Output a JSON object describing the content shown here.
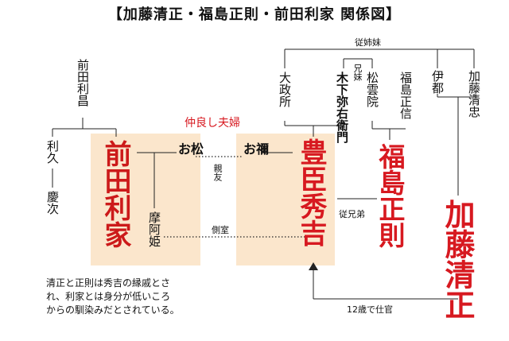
{
  "title": "【加藤清正・福島正則・前田利家 関係図】",
  "people": {
    "toshimasa": "前田利昌",
    "toshihisa": "利久",
    "keiji": "慶次",
    "toshiie": "前田利家",
    "omatsu": "お松",
    "maahime": "摩阿姫",
    "onene": "お禰",
    "hideyoshi": "豊臣秀吉",
    "omandokoro": "大政所",
    "kinoshita": "木下弥右衛門",
    "shounin": "松雲院",
    "masanobu": "福島正信",
    "masanori": "福島正則",
    "ito": "伊都",
    "kiyotada": "加藤清忠",
    "kiyomasa": "加藤清正"
  },
  "labels": {
    "couple": "仲良し夫婦",
    "friends": "親友",
    "concubine": "側室",
    "sibling_in_law": "従姉妹",
    "siblings": "兄妹",
    "cousins": "従兄弟",
    "service": "12歳で仕官"
  },
  "note": [
    "清正と正則は秀吉の縁戚とさ",
    "れ、利家とは身分が低いころ",
    "からの馴染みだとされている。"
  ]
}
